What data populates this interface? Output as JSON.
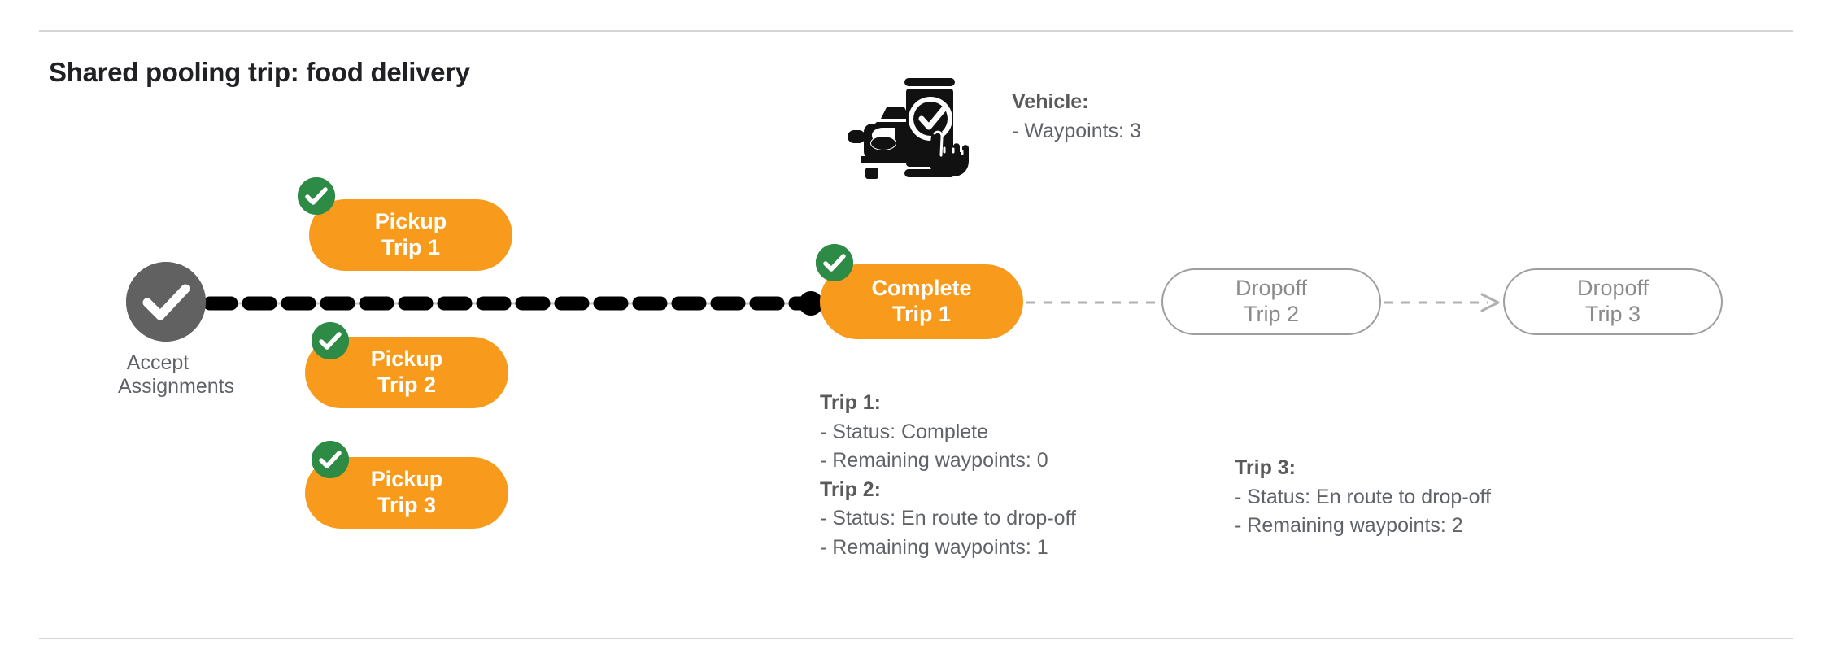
{
  "page": {
    "title": "Shared pooling trip: food delivery",
    "accent_orange": "#F89B1C",
    "accent_green": "#2E8B45",
    "gray_node": "#616161",
    "text_gray": "#5f6368"
  },
  "accept_node": {
    "icon": "check-circle-icon",
    "label_line1": "Accept",
    "label_line2": "Assignments"
  },
  "vehicle": {
    "icon": "vehicle-phone-check-icon",
    "heading": "Vehicle:",
    "detail": "- Waypoints: 3"
  },
  "pickups": [
    {
      "id": "pickup-trip-1",
      "line1": "Pickup",
      "line2": "Trip 1",
      "state": "complete",
      "badge": "check-badge-icon"
    },
    {
      "id": "pickup-trip-2",
      "line1": "Pickup",
      "line2": "Trip 2",
      "state": "complete",
      "badge": "check-badge-icon"
    },
    {
      "id": "pickup-trip-3",
      "line1": "Pickup",
      "line2": "Trip 3",
      "state": "complete",
      "badge": "check-badge-icon"
    }
  ],
  "stages": [
    {
      "id": "complete-trip-1",
      "line1": "Complete",
      "line2": "Trip 1",
      "state": "complete",
      "badge": "check-badge-icon"
    },
    {
      "id": "dropoff-trip-2",
      "line1": "Dropoff",
      "line2": "Trip 2",
      "state": "pending"
    },
    {
      "id": "dropoff-trip-3",
      "line1": "Dropoff",
      "line2": "Trip 3",
      "state": "pending"
    }
  ],
  "trip_details": [
    {
      "heading": "Trip 1:",
      "status": "- Status:  Complete",
      "waypoints": "- Remaining waypoints: 0"
    },
    {
      "heading": "Trip 2:",
      "status": "- Status:  En route to drop-off",
      "waypoints": "- Remaining waypoints: 1"
    },
    {
      "heading": "Trip 3:",
      "status": "- Status:  En route to drop-off",
      "waypoints": "- Remaining waypoints: 2"
    }
  ]
}
